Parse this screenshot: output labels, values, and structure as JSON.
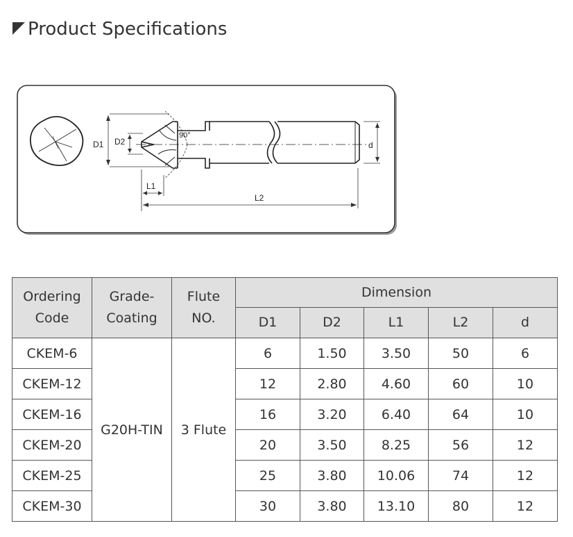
{
  "heading": {
    "title": "Product Specifications"
  },
  "diagram": {
    "labels": {
      "d1": "D1",
      "d2": "D2",
      "angle": "90°",
      "l1": "L1",
      "l2": "L2",
      "d": "d"
    }
  },
  "table": {
    "headers": {
      "ordering_code": [
        "Ordering",
        "Code"
      ],
      "grade_coating": [
        "Grade-",
        "Coating"
      ],
      "flute_no": [
        "Flute",
        "NO."
      ],
      "dimension": "Dimension",
      "dims": [
        "D1",
        "D2",
        "L1",
        "L2",
        "d"
      ]
    },
    "grade_coating": "G20H-TIN",
    "flute": "3 Flute",
    "rows": [
      {
        "code": "CKEM-6",
        "d1": "6",
        "d2": "1.50",
        "l1": "3.50",
        "l2": "50",
        "d": "6"
      },
      {
        "code": "CKEM-12",
        "d1": "12",
        "d2": "2.80",
        "l1": "4.60",
        "l2": "60",
        "d": "10"
      },
      {
        "code": "CKEM-16",
        "d1": "16",
        "d2": "3.20",
        "l1": "6.40",
        "l2": "64",
        "d": "10"
      },
      {
        "code": "CKEM-20",
        "d1": "20",
        "d2": "3.50",
        "l1": "8.25",
        "l2": "56",
        "d": "12"
      },
      {
        "code": "CKEM-25",
        "d1": "25",
        "d2": "3.80",
        "l1": "10.06",
        "l2": "74",
        "d": "12"
      },
      {
        "code": "CKEM-30",
        "d1": "30",
        "d2": "3.80",
        "l1": "13.10",
        "l2": "80",
        "d": "12"
      }
    ]
  }
}
